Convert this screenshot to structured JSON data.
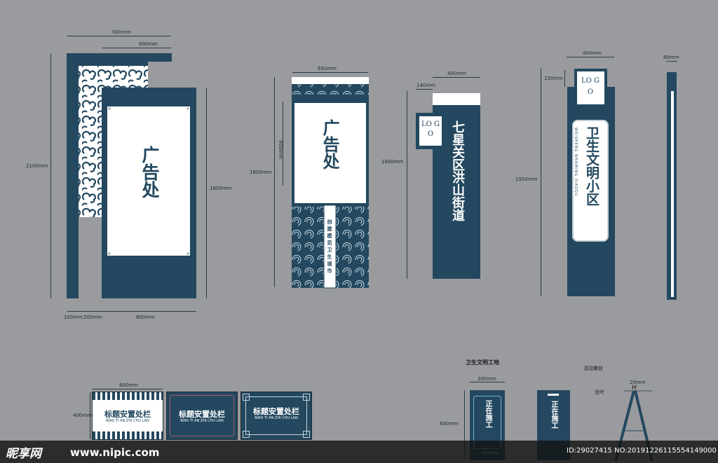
{
  "colors": {
    "teal": "#23485f",
    "background": "#9a9b9e",
    "white": "#ffffff"
  },
  "sign1": {
    "top_width": "900mm",
    "inner_width": "800mm",
    "height_left": "2100mm",
    "height_right": "1800mm",
    "title": "广告处",
    "bottom_a": "100mm",
    "bottom_b": "200mm",
    "bottom_c": "800mm"
  },
  "sign2": {
    "width": "650mm",
    "height_inner": "900mm",
    "height_total": "1800mm",
    "title": "广告处",
    "slogan": "创建模范卫生城市"
  },
  "sign3": {
    "width": "400mm",
    "logo_width": "140mm",
    "height": "1600mm",
    "logo": "LO GO",
    "title": "七星关区洪山街道"
  },
  "sign4": {
    "width": "400mm",
    "top": "150mm",
    "height": "1950mm",
    "logo": "LO GO",
    "title": "卫生文明小区",
    "subtitle": "WEISHENG WENMING XIAOQU"
  },
  "sign5": {
    "width": "80mm"
  },
  "plates": {
    "width": "600mm",
    "height": "400mm",
    "title": "标题安置处栏",
    "subtitle": "BIAO TI AN ZHI CHU LAN"
  },
  "construction": {
    "header": "卫生文明工地",
    "width": "300mm",
    "height": "600mm",
    "text": "正在施工",
    "footer": "卫生文明工地",
    "stand_label": "活动螺丝",
    "hinge_label": "合叶",
    "stand_width": "20mm",
    "stand_letter": "H"
  },
  "watermark": {
    "logo": "昵享网",
    "url": "www.nipic.com",
    "id": "ID:29027415 NO:20191226115554149000"
  }
}
